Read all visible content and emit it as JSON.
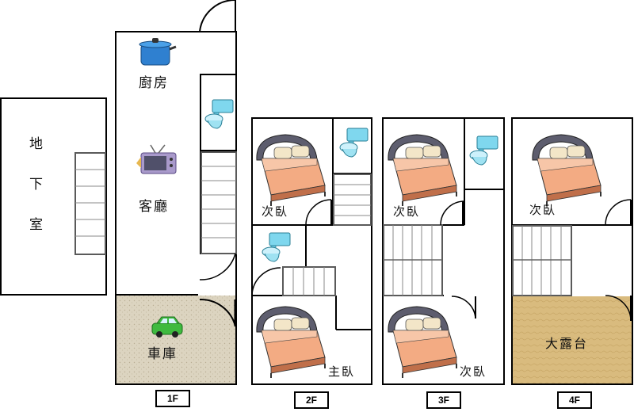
{
  "rooms": {
    "basement": "地下室",
    "kitchen": "廚房",
    "living": "客廳",
    "garage": "車庫",
    "bed2_f2": "次臥",
    "master": "主臥",
    "bed2_f3a": "次臥",
    "bed2_f3b": "次臥",
    "bed2_f4": "次臥",
    "terrace": "大露台"
  },
  "floors": [
    "1F",
    "2F",
    "3F",
    "4F"
  ],
  "colors": {
    "garage_fill": "#dcd4c0",
    "terrace_fill": "#d9bb7e",
    "wall": "#000000",
    "bed_sheet": "#f3ab83",
    "headboard": "#5d5d6e",
    "toilet": "#7fd7ee",
    "stair_border": "#5a5a5a"
  },
  "icons": [
    "pot-icon",
    "tv-icon",
    "car-icon",
    "bed-icon",
    "toilet-icon",
    "door-swing-icon",
    "stairs-icon"
  ]
}
